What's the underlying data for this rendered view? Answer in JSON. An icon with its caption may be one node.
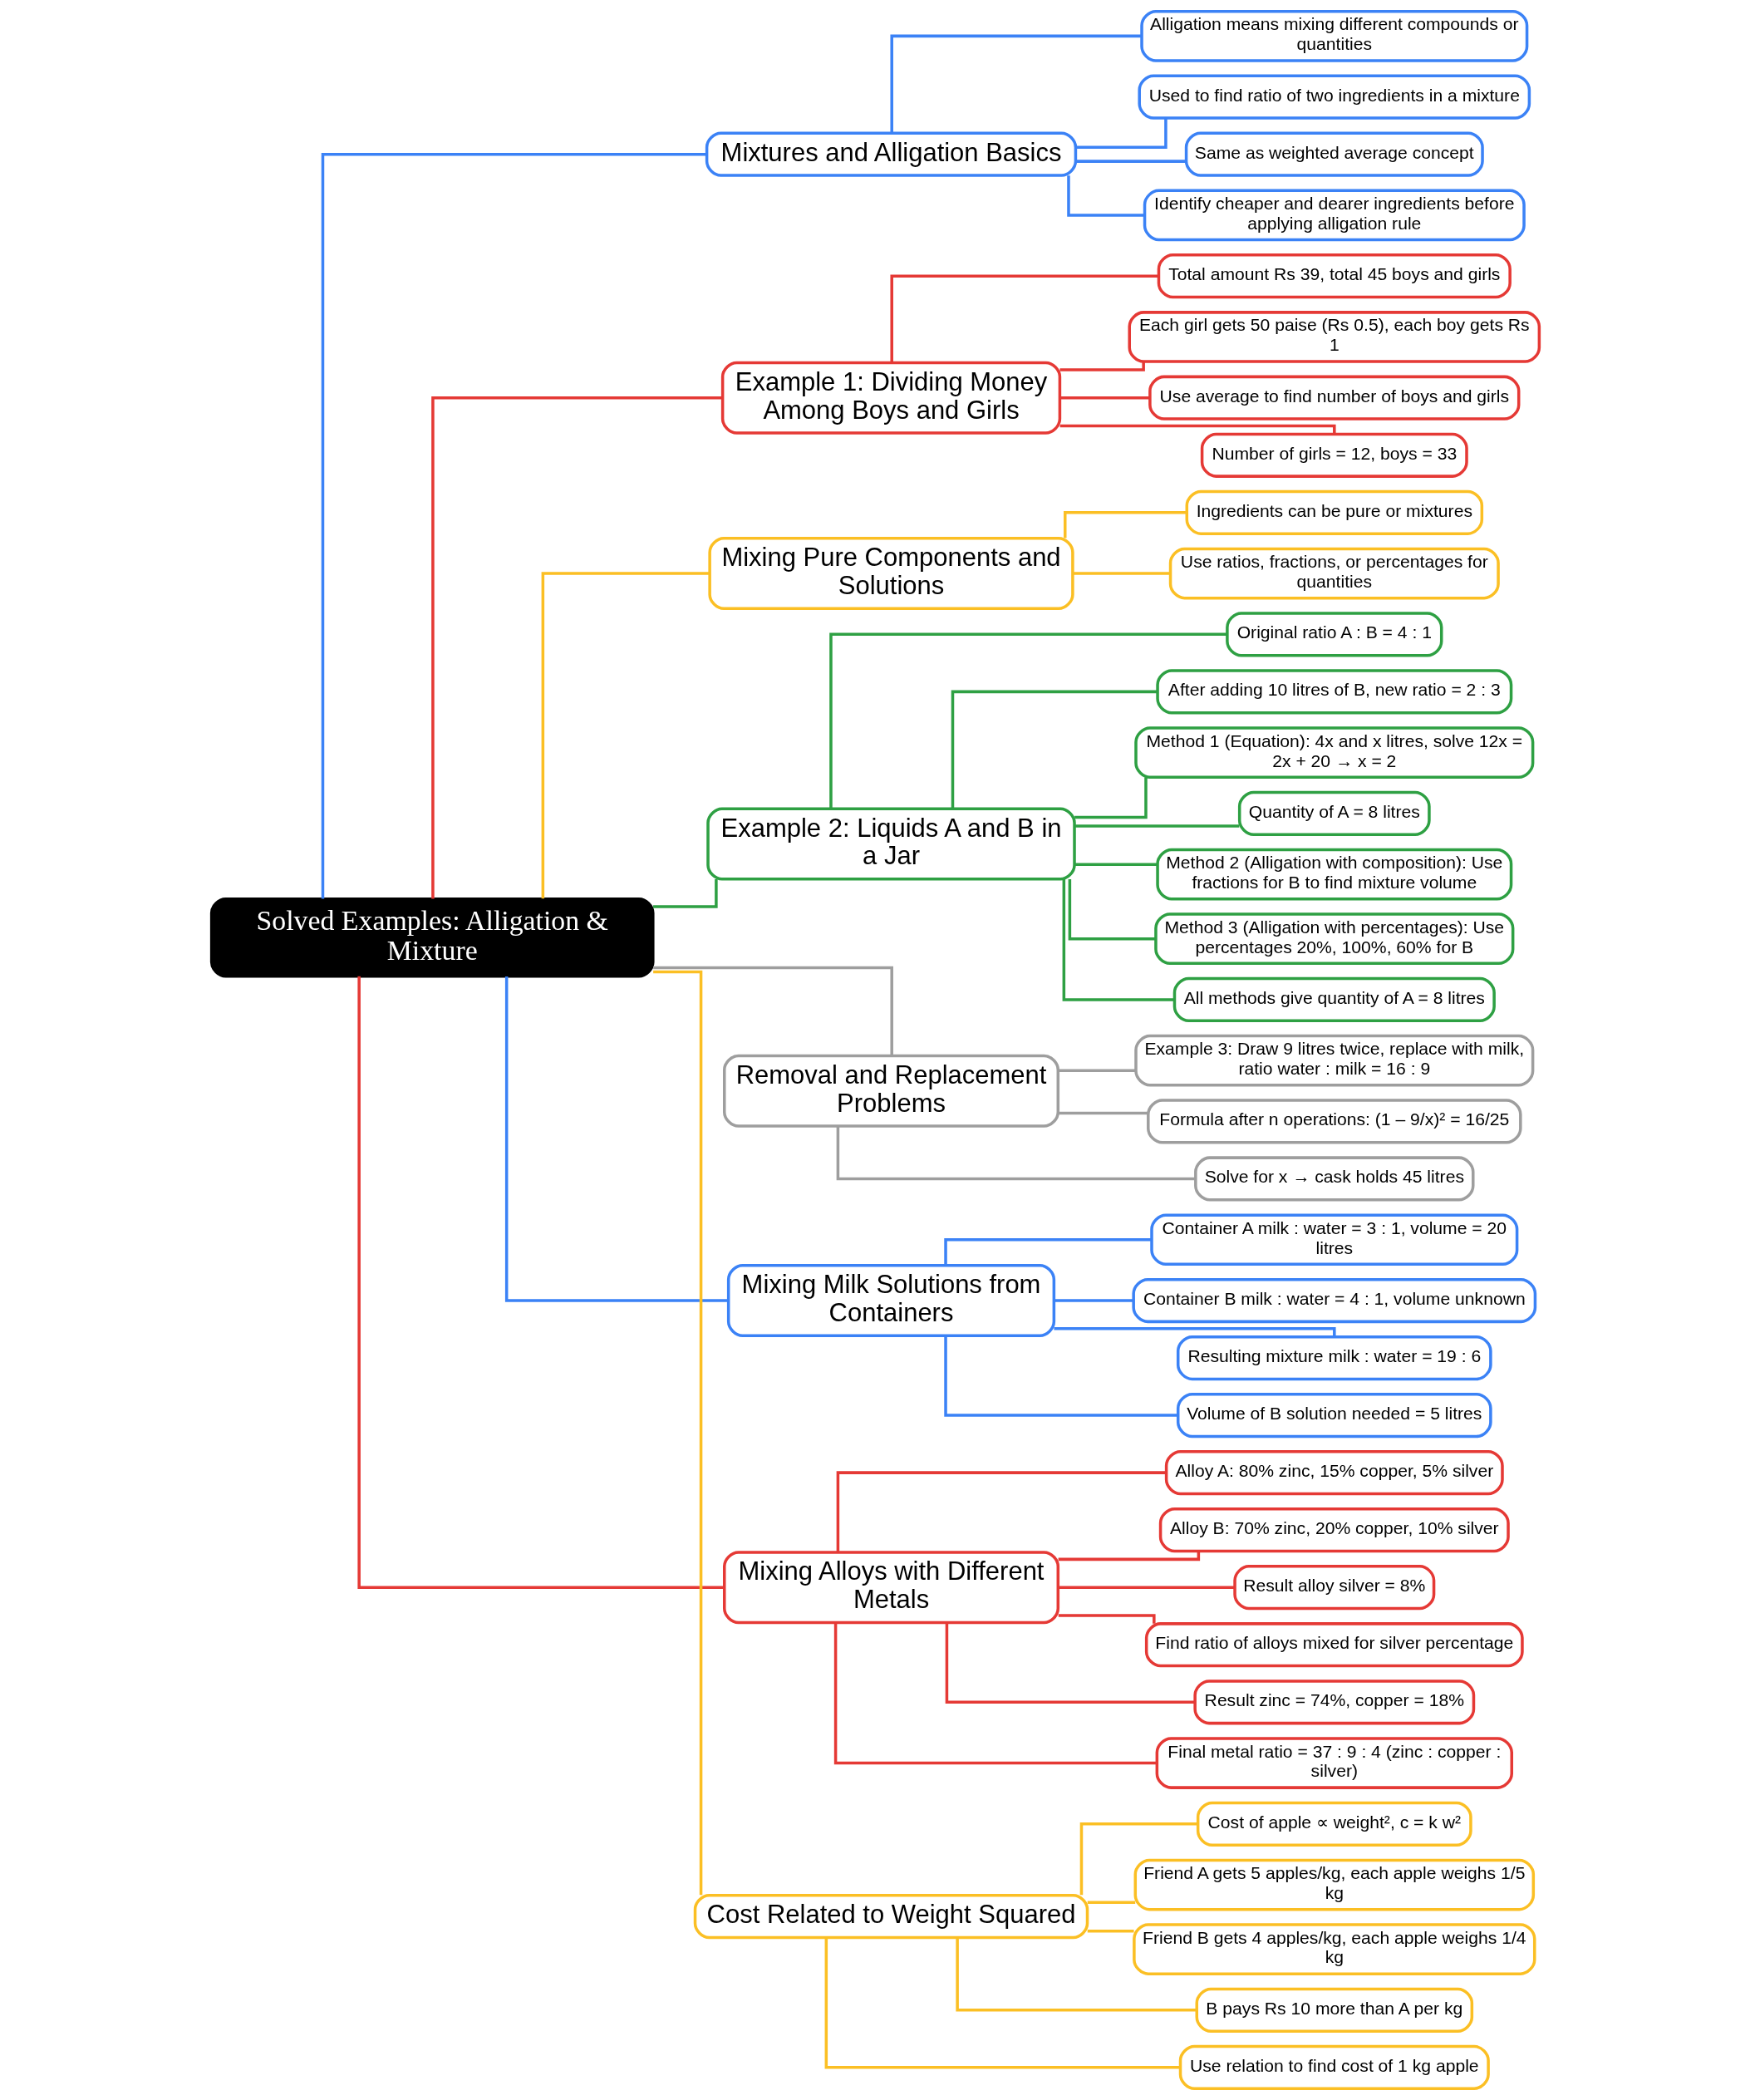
{
  "diagram": {
    "nodes": [
      {
        "text": [
          "Solved Examples: Alligation & Mixture"
        ]
      },
      {
        "text": [
          "Mixtures and Alligation Basics"
        ]
      },
      {
        "text": [
          "Alligation means mixing different compounds or quantities"
        ]
      },
      {
        "text": [
          "Used to find ratio of two ingredients in a mixture"
        ]
      },
      {
        "text": [
          "Same as weighted average concept"
        ]
      },
      {
        "text": [
          "Identify cheaper and dearer ingredients before applying alligation rule"
        ]
      },
      {
        "text": [
          "Example 1: Dividing Money Among Boys and Girls"
        ]
      },
      {
        "text": [
          "Total amount Rs 39, total 45 boys and girls"
        ]
      },
      {
        "text": [
          "Each girl gets 50 paise (Rs 0.5), each boy gets Rs 1"
        ]
      },
      {
        "text": [
          "Use average to find number of boys and girls"
        ]
      },
      {
        "text": [
          "Number of girls = 12, boys = 33"
        ]
      },
      {
        "text": [
          "Mixing Pure Components and Solutions"
        ]
      },
      {
        "text": [
          "Ingredients can be pure or mixtures"
        ]
      },
      {
        "text": [
          "Use ratios, fractions, or percentages for quantities"
        ]
      },
      {
        "text": [
          "Example 2: Liquids A and B in a Jar"
        ]
      },
      {
        "text": [
          "Original ratio A : B = 4 : 1"
        ]
      },
      {
        "text": [
          "After adding 10 litres of B, new ratio = 2 : 3"
        ]
      },
      {
        "text": [
          "Method 1 (Equation): 4x and x litres, solve 12x = 2x + 20 → x = 2"
        ]
      },
      {
        "text": [
          "Quantity of A = 8 litres"
        ]
      },
      {
        "text": [
          "Method 2 (Alligation with composition): Use fractions for B to find mixture volume"
        ]
      },
      {
        "text": [
          "Method 3 (Alligation with percentages): Use percentages 20%, 100%, 60% for B"
        ]
      },
      {
        "text": [
          "All methods give quantity of A = 8 litres"
        ]
      },
      {
        "text": [
          "Removal and Replacement Problems"
        ]
      },
      {
        "text": [
          "Example 3: Draw 9 litres twice, replace with milk, ratio water : milk = 16 : 9"
        ]
      },
      {
        "text": [
          "Formula after n operations: (1 – 9/x)² = 16/25"
        ]
      },
      {
        "text": [
          "Solve for x → cask holds 45 litres"
        ]
      },
      {
        "text": [
          "Mixing Milk Solutions from Containers"
        ]
      },
      {
        "text": [
          "Container A milk : water = 3 : 1, volume = 20 litres"
        ]
      },
      {
        "text": [
          "Container B milk : water = 4 : 1, volume unknown"
        ]
      },
      {
        "text": [
          "Resulting mixture milk : water = 19 : 6"
        ]
      },
      {
        "text": [
          "Volume of B solution needed = 5 litres"
        ]
      },
      {
        "text": [
          "Mixing Alloys with Different Metals"
        ]
      },
      {
        "text": [
          "Alloy A: 80% zinc, 15% copper, 5% silver"
        ]
      },
      {
        "text": [
          "Alloy B: 70% zinc, 20% copper, 10% silver"
        ]
      },
      {
        "text": [
          "Result alloy silver = 8%"
        ]
      },
      {
        "text": [
          "Find ratio of alloys mixed for silver percentage"
        ]
      },
      {
        "text": [
          "Result zinc = 74%, copper = 18%"
        ]
      },
      {
        "text": [
          "Final metal ratio = 37 : 9 : 4 (zinc : copper : silver)"
        ]
      },
      {
        "text": [
          "Cost Related to Weight Squared"
        ]
      },
      {
        "text": [
          "Cost of apple ∝ weight², c = k w²"
        ]
      },
      {
        "text": [
          "Friend A gets 5 apples/kg, each apple weighs 1/5 kg"
        ]
      },
      {
        "text": [
          "Friend B gets 4 apples/kg, each apple weighs 1/4 kg"
        ]
      },
      {
        "text": [
          "B pays Rs 10 more than A per kg"
        ]
      },
      {
        "text": [
          "Use relation to find cost of 1 kg apple"
        ]
      }
    ],
    "edges": [
      {
        "from": 0,
        "to": 1,
        "arrow": "none",
        "color": "#3b82f6"
      },
      {
        "from": 1,
        "to": 2,
        "arrow": "none",
        "color": "#3b82f6"
      },
      {
        "from": 1,
        "to": 3,
        "arrow": "none",
        "color": "#3b82f6"
      },
      {
        "from": 1,
        "to": 4,
        "arrow": "none",
        "color": "#3b82f6"
      },
      {
        "from": 1,
        "to": 5,
        "arrow": "none",
        "color": "#3b82f6"
      },
      {
        "from": 0,
        "to": 6,
        "arrow": "none",
        "color": "#e53935"
      },
      {
        "from": 6,
        "to": 7,
        "arrow": "none",
        "color": "#e53935"
      },
      {
        "from": 6,
        "to": 8,
        "arrow": "none",
        "color": "#e53935"
      },
      {
        "from": 6,
        "to": 9,
        "arrow": "none",
        "color": "#e53935"
      },
      {
        "from": 6,
        "to": 10,
        "arrow": "none",
        "color": "#e53935"
      },
      {
        "from": 0,
        "to": 11,
        "arrow": "none",
        "color": "#fbbf24"
      },
      {
        "from": 11,
        "to": 12,
        "arrow": "none",
        "color": "#fbbf24"
      },
      {
        "from": 11,
        "to": 13,
        "arrow": "none",
        "color": "#fbbf24"
      },
      {
        "from": 0,
        "to": 14,
        "arrow": "none",
        "color": "#2ea043"
      },
      {
        "from": 14,
        "to": 15,
        "arrow": "none",
        "color": "#2ea043"
      },
      {
        "from": 14,
        "to": 16,
        "arrow": "none",
        "color": "#2ea043"
      },
      {
        "from": 14,
        "to": 17,
        "arrow": "none",
        "color": "#2ea043"
      },
      {
        "from": 14,
        "to": 18,
        "arrow": "none",
        "color": "#2ea043"
      },
      {
        "from": 14,
        "to": 19,
        "arrow": "none",
        "color": "#2ea043"
      },
      {
        "from": 14,
        "to": 20,
        "arrow": "none",
        "color": "#2ea043"
      },
      {
        "from": 14,
        "to": 21,
        "arrow": "none",
        "color": "#2ea043"
      },
      {
        "from": 0,
        "to": 22,
        "arrow": "none",
        "color": "#9e9e9e"
      },
      {
        "from": 22,
        "to": 23,
        "arrow": "none",
        "color": "#9e9e9e"
      },
      {
        "from": 22,
        "to": 24,
        "arrow": "none",
        "color": "#9e9e9e"
      },
      {
        "from": 22,
        "to": 25,
        "arrow": "none",
        "color": "#9e9e9e"
      },
      {
        "from": 0,
        "to": 26,
        "arrow": "none",
        "color": "#3b82f6"
      },
      {
        "from": 26,
        "to": 27,
        "arrow": "none",
        "color": "#3b82f6"
      },
      {
        "from": 26,
        "to": 28,
        "arrow": "none",
        "color": "#3b82f6"
      },
      {
        "from": 26,
        "to": 29,
        "arrow": "none",
        "color": "#3b82f6"
      },
      {
        "from": 26,
        "to": 30,
        "arrow": "none",
        "color": "#3b82f6"
      },
      {
        "from": 0,
        "to": 31,
        "arrow": "none",
        "color": "#e53935"
      },
      {
        "from": 31,
        "to": 32,
        "arrow": "none",
        "color": "#e53935"
      },
      {
        "from": 31,
        "to": 33,
        "arrow": "none",
        "color": "#e53935"
      },
      {
        "from": 31,
        "to": 34,
        "arrow": "none",
        "color": "#e53935"
      },
      {
        "from": 31,
        "to": 35,
        "arrow": "none",
        "color": "#e53935"
      },
      {
        "from": 31,
        "to": 36,
        "arrow": "none",
        "color": "#e53935"
      },
      {
        "from": 31,
        "to": 37,
        "arrow": "none",
        "color": "#e53935"
      },
      {
        "from": 0,
        "to": 38,
        "arrow": "none",
        "color": "#fbbf24"
      },
      {
        "from": 38,
        "to": 39,
        "arrow": "none",
        "color": "#fbbf24"
      },
      {
        "from": 38,
        "to": 40,
        "arrow": "none",
        "color": "#fbbf24"
      },
      {
        "from": 38,
        "to": 41,
        "arrow": "none",
        "color": "#fbbf24"
      },
      {
        "from": 38,
        "to": 42,
        "arrow": "none",
        "color": "#fbbf24"
      },
      {
        "from": 38,
        "to": 43,
        "arrow": "none",
        "color": "#fbbf24"
      }
    ]
  }
}
